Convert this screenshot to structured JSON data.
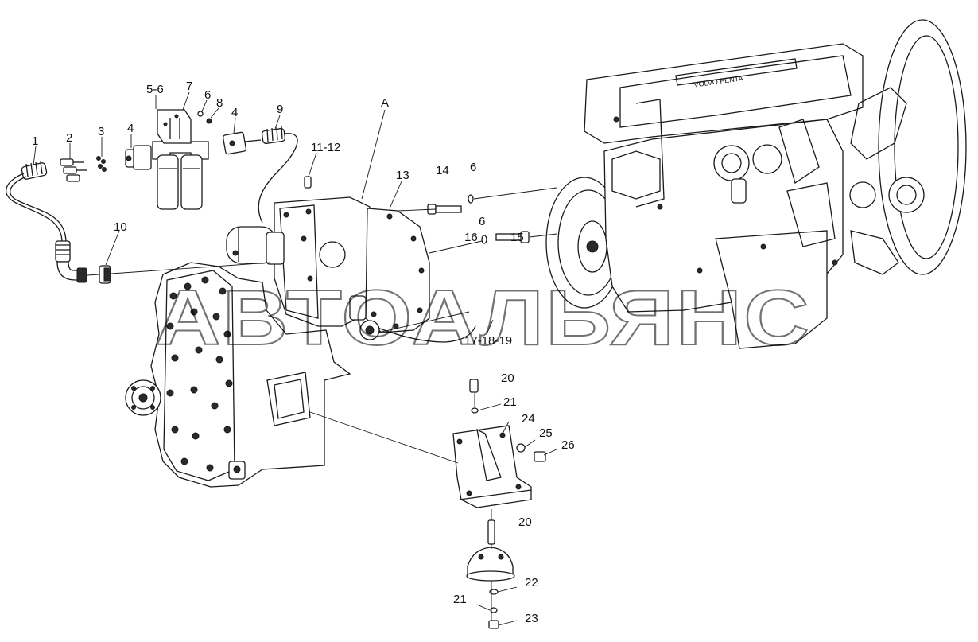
{
  "watermark": "АВТОАЛЬЯНС",
  "labels": {
    "l1": "1",
    "l2": "2",
    "l3": "3",
    "l4a": "4",
    "l4b": "4",
    "l56": "5-6",
    "l7": "7",
    "l6a": "6",
    "l8": "8",
    "l9": "9",
    "l10": "10",
    "l1112": "11-12",
    "lA": "A",
    "l13": "13",
    "l14": "14",
    "l6b": "6",
    "l6c": "6",
    "l15": "15",
    "l16": "16",
    "l171819": "17-18-19",
    "l20a": "20",
    "l21a": "21",
    "l24": "24",
    "l25": "25",
    "l26": "26",
    "l20b": "20",
    "l22": "22",
    "l21b": "21",
    "l23": "23"
  },
  "engine_plate_text": "VOLVO PENTA"
}
